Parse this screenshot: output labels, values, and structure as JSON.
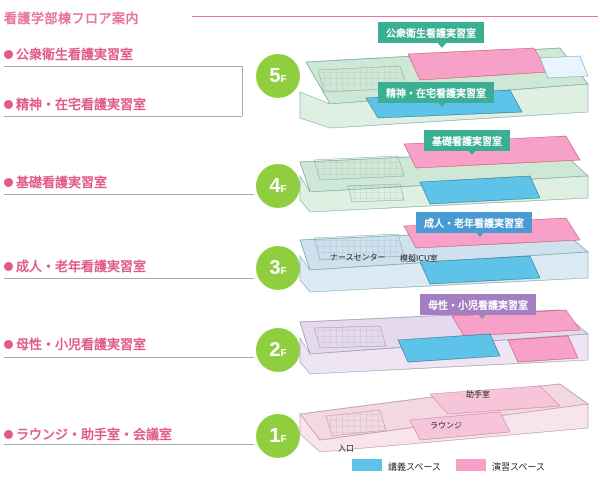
{
  "header": {
    "title": "看護学部棟フロア案内"
  },
  "floors": [
    {
      "number": "5",
      "unit": "F",
      "rooms": [
        "公衆衛生看護実習室",
        "精神・在宅看護実習室"
      ]
    },
    {
      "number": "4",
      "unit": "F",
      "rooms": [
        "基礎看護実習室"
      ]
    },
    {
      "number": "3",
      "unit": "F",
      "rooms": [
        "成人・老年看護実習室"
      ]
    },
    {
      "number": "2",
      "unit": "F",
      "rooms": [
        "母性・小児看護実習室"
      ]
    },
    {
      "number": "1",
      "unit": "F",
      "rooms": [
        "ラウンジ・助手室・会議室"
      ]
    }
  ],
  "callouts": {
    "f5_public": "公衆衛生看護実習室",
    "f5_mental": "精神・在宅看護実習室",
    "f4_basic": "基礎看護実習室",
    "f3_adult": "成人・老年看護実習室",
    "f2_maternal": "母性・小児看護実習室"
  },
  "map_labels": {
    "nurse_center": "ナースセンター",
    "icu": "模擬ICU室",
    "assistant_room": "助手室",
    "lounge": "ラウンジ",
    "entrance": "入口"
  },
  "legend": {
    "lecture": "講義スペース",
    "practice": "演習スペース"
  },
  "colors": {
    "accent_pink": "#e05b8a",
    "badge_green": "#8fcf3f",
    "lecture_blue": "#5ec3e8",
    "practice_pink": "#f7a1c8",
    "callout_green": "#3bae93",
    "callout_blue": "#4a9bd4",
    "callout_purple": "#a37fc1"
  }
}
